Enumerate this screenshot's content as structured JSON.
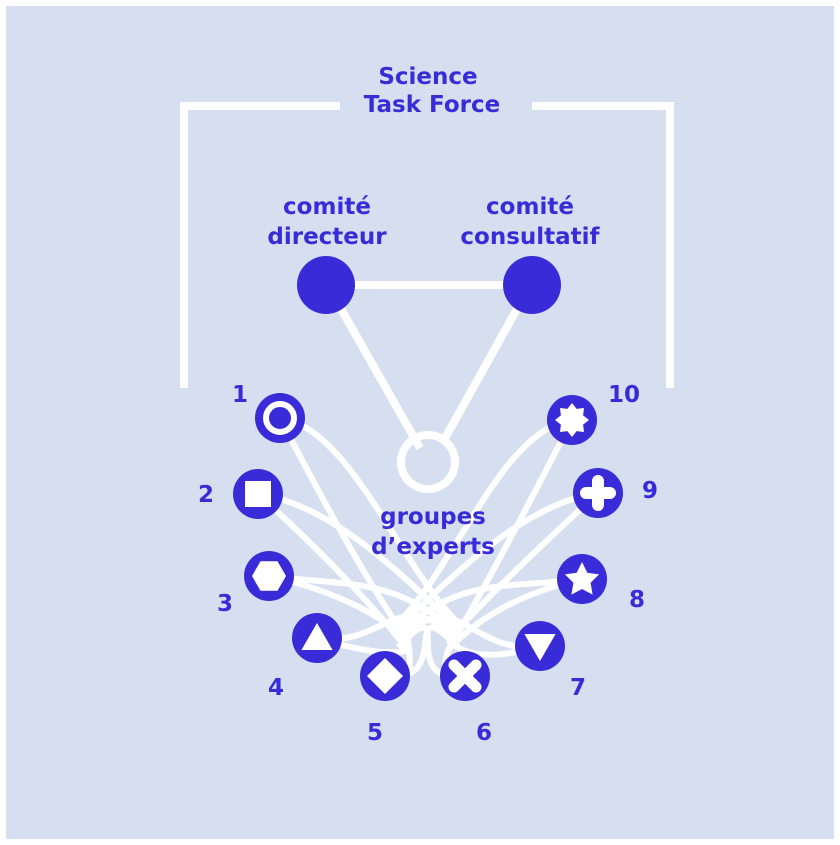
{
  "title": {
    "line1": "Science",
    "line2": "Task Force"
  },
  "committees": {
    "steering": {
      "line1": "comité",
      "line2": "directeur"
    },
    "advisory": {
      "line1": "comité",
      "line2": "consultatif"
    }
  },
  "groups": {
    "label_line1": "groupes",
    "label_line2": "d’experts",
    "items": [
      {
        "number": "1",
        "shape": "ring-icon"
      },
      {
        "number": "2",
        "shape": "square-icon"
      },
      {
        "number": "3",
        "shape": "hexagon-icon"
      },
      {
        "number": "4",
        "shape": "triangle-up-icon"
      },
      {
        "number": "5",
        "shape": "diamond-icon"
      },
      {
        "number": "6",
        "shape": "cross-icon"
      },
      {
        "number": "7",
        "shape": "triangle-down-icon"
      },
      {
        "number": "8",
        "shape": "star-icon"
      },
      {
        "number": "9",
        "shape": "plus-icon"
      },
      {
        "number": "10",
        "shape": "burst-icon"
      }
    ]
  },
  "colors": {
    "background": "#d6dff0",
    "accent": "#3a2bd9",
    "lines": "#ffffff"
  }
}
